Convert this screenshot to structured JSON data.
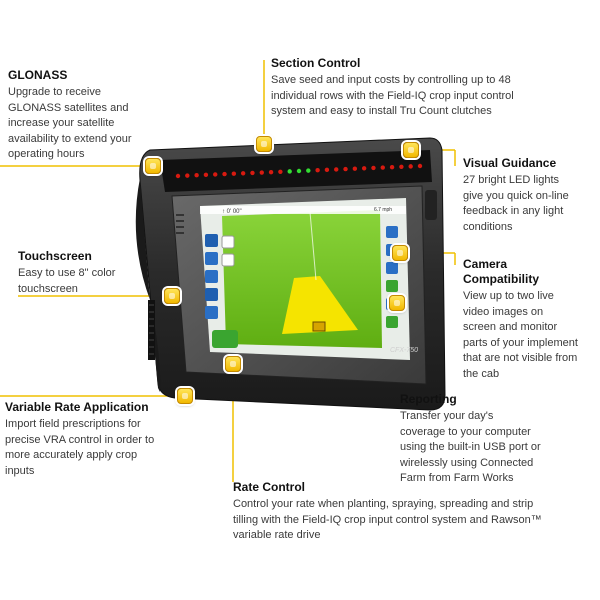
{
  "callouts": {
    "glonass": {
      "title": "GLONASS",
      "lines": [
        "Upgrade to receive",
        "GLONASS satellites and",
        "increase your satellite",
        "availability to extend your",
        "operating hours"
      ]
    },
    "section_control": {
      "title": "Section Control",
      "lines": [
        "Save seed and input costs by controlling up to 48",
        "individual rows with the Field-IQ crop input control",
        "system and easy to install Tru Count clutches"
      ]
    },
    "visual_guidance": {
      "title": "Visual Guidance",
      "lines": [
        "27 bright LED lights",
        "give you quick on-line",
        "feedback in any light",
        "conditions"
      ]
    },
    "touchscreen": {
      "title": "Touchscreen",
      "lines": [
        "Easy to use 8\" color",
        "touchscreen"
      ]
    },
    "camera": {
      "title": "Camera Compatibility",
      "lines": [
        "View up to two live",
        "video images on",
        "screen and monitor",
        "parts of your implement",
        "that are not visible from",
        "the cab"
      ]
    },
    "variable_rate": {
      "title": "Variable Rate Application",
      "lines": [
        "Import field prescriptions for",
        "precise VRA control in order to",
        "more accurately apply crop",
        "inputs"
      ]
    },
    "reporting": {
      "title": "Reporting",
      "lines": [
        "Transfer your day's",
        "coverage to your computer",
        "using the built-in USB port or",
        "wirelessly using Connected",
        "Farm from Farm Works"
      ]
    },
    "rate_control": {
      "title": "Rate Control",
      "lines": [
        "Control your rate when planting, spraying, spreading and strip",
        "tilling with the Field-IQ crop input control system and Rawson™",
        "variable rate drive"
      ]
    }
  },
  "device": {
    "model_label": "CFX-750",
    "status_top_left": "↑ 0' 00\"",
    "status_top_right": "6.7 mph",
    "led_count": 27
  },
  "colors": {
    "marker": "#f5c400",
    "callout_line": "#f0c000",
    "bezel": "#2b2b2b",
    "field_green": "#76c51e",
    "swath_yellow": "#f5e400",
    "led_red": "#d81a10",
    "led_green": "#33dd33"
  },
  "icons": [
    "callout-marker",
    "led-lightbar",
    "menu-button-icon",
    "camera-button-icon",
    "satellite-icon"
  ]
}
